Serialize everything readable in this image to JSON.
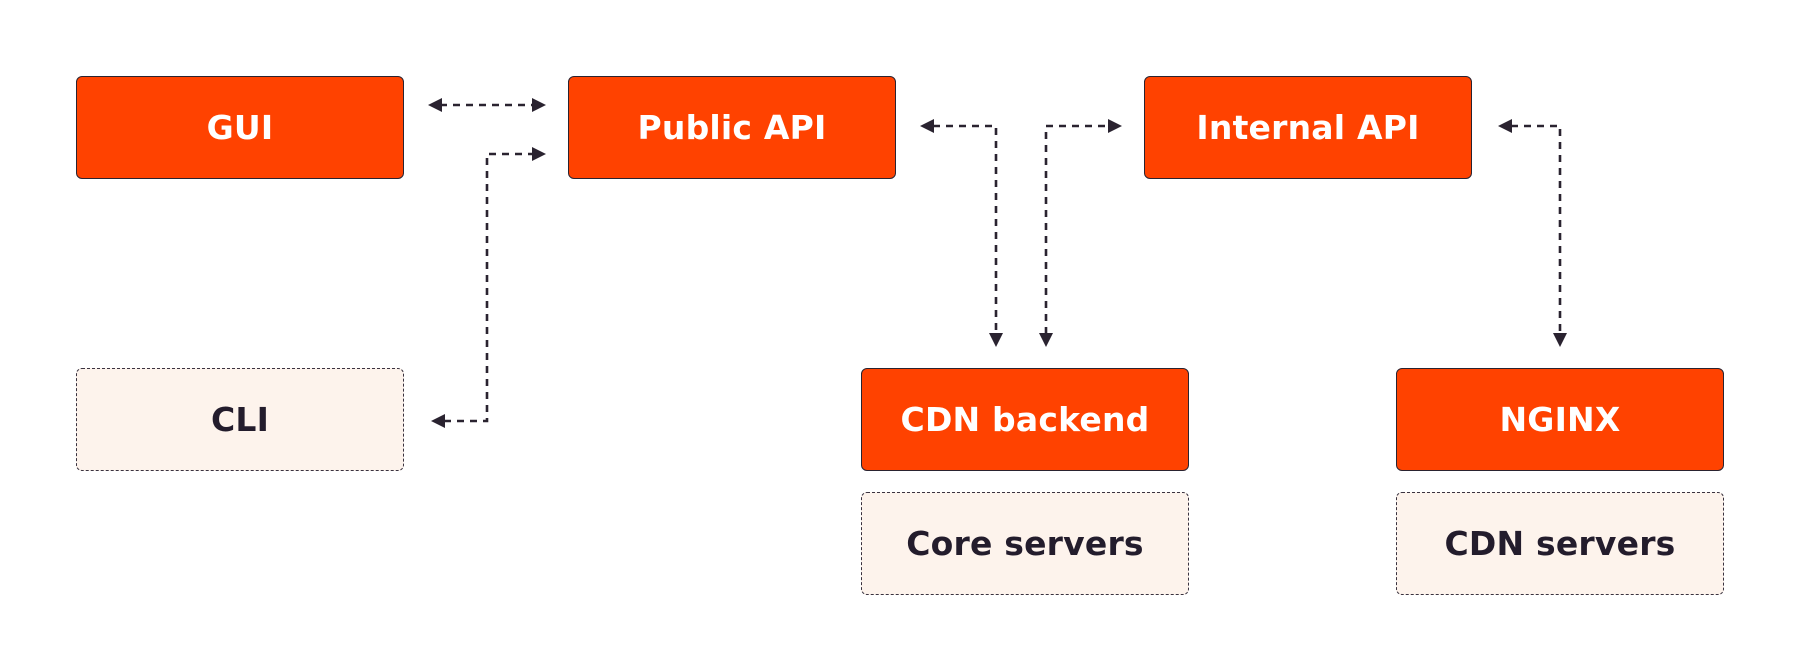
{
  "nodes": {
    "gui": {
      "label": "GUI",
      "style": "solid"
    },
    "public_api": {
      "label": "Public API",
      "style": "solid"
    },
    "internal_api": {
      "label": "Internal API",
      "style": "solid"
    },
    "cli": {
      "label": "CLI",
      "style": "dashed"
    },
    "cdn_backend": {
      "label": "CDN backend",
      "style": "solid"
    },
    "core_servers": {
      "label": "Core servers",
      "style": "dashed"
    },
    "nginx": {
      "label": "NGINX",
      "style": "solid"
    },
    "cdn_servers": {
      "label": "CDN servers",
      "style": "dashed"
    }
  },
  "edges": [
    {
      "from": "gui",
      "to": "public_api",
      "direction": "bidirectional"
    },
    {
      "from": "cli",
      "to": "public_api",
      "direction": "bidirectional"
    },
    {
      "from": "public_api",
      "to": "cdn_backend",
      "direction": "bidirectional"
    },
    {
      "from": "cdn_backend",
      "to": "internal_api",
      "direction": "bidirectional"
    },
    {
      "from": "internal_api",
      "to": "nginx",
      "direction": "bidirectional"
    }
  ],
  "colors": {
    "primary_box": "#ff4200",
    "primary_text": "#ffffff",
    "secondary_box": "#fdf3ec",
    "secondary_text": "#231c2c",
    "connector": "#2a2330"
  }
}
